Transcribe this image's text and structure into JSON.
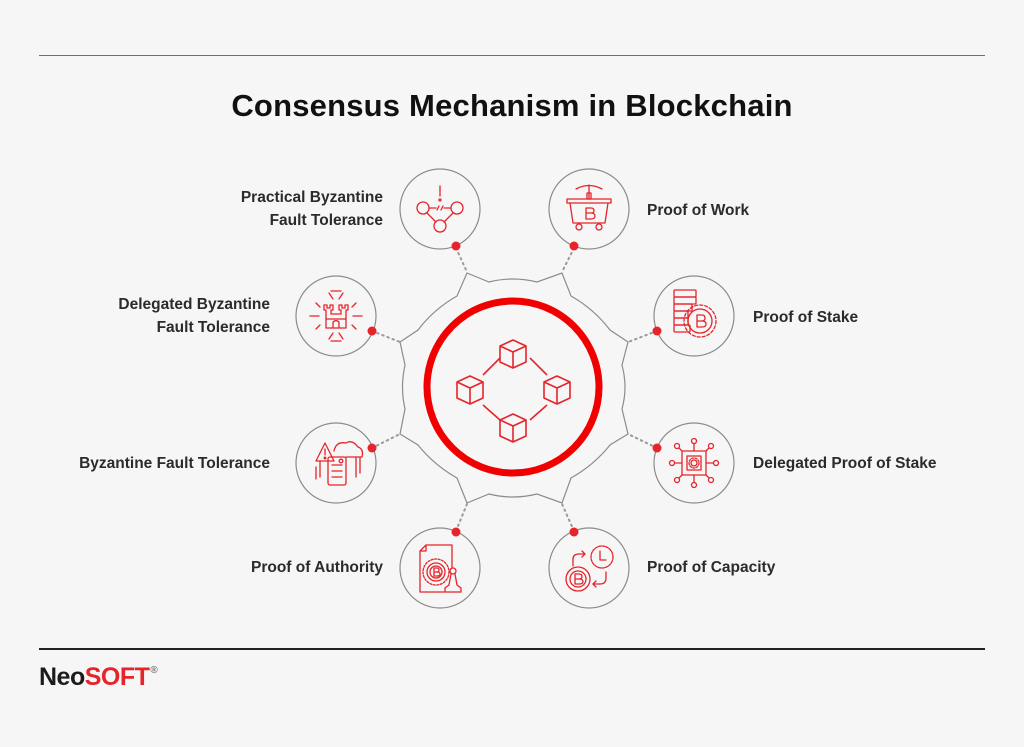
{
  "title": "Consensus Mechanism in Blockchain",
  "colors": {
    "background": "#f6f6f6",
    "accent": "#e5242b",
    "ring": "#f00000",
    "text": "#2b2b2b",
    "outline": "#8c8c8c"
  },
  "center": {
    "icon": "blockchain-network-icon",
    "description": "Four linked cubes inside a red ring, surrounded by a gear outline"
  },
  "mechanisms": [
    {
      "id": "pbft",
      "line1": "Practical Byzantine",
      "line2": "Fault Tolerance",
      "icon": "network-alert-icon"
    },
    {
      "id": "pow",
      "line1": "Proof of Work",
      "line2": "",
      "icon": "mining-cart-bitcoin-icon"
    },
    {
      "id": "dbft",
      "line1": "Delegated Byzantine",
      "line2": "Fault Tolerance",
      "icon": "castle-swords-icon"
    },
    {
      "id": "pos",
      "line1": "Proof of Stake",
      "line2": "",
      "icon": "coin-stack-bitcoin-icon"
    },
    {
      "id": "bft",
      "line1": "Byzantine Fault Tolerance",
      "line2": "",
      "icon": "server-cloud-warning-icon"
    },
    {
      "id": "dpos",
      "line1": "Delegated Proof of Stake",
      "line2": "",
      "icon": "chip-gear-icon"
    },
    {
      "id": "poa",
      "line1": "Proof of Authority",
      "line2": "",
      "icon": "document-stamp-bitcoin-icon"
    },
    {
      "id": "poc",
      "line1": "Proof of Capacity",
      "line2": "",
      "icon": "bitcoin-clock-exchange-icon"
    }
  ],
  "footer": {
    "logo_part1": "Neo",
    "logo_part2": "SOFT",
    "logo_registered": "®"
  }
}
